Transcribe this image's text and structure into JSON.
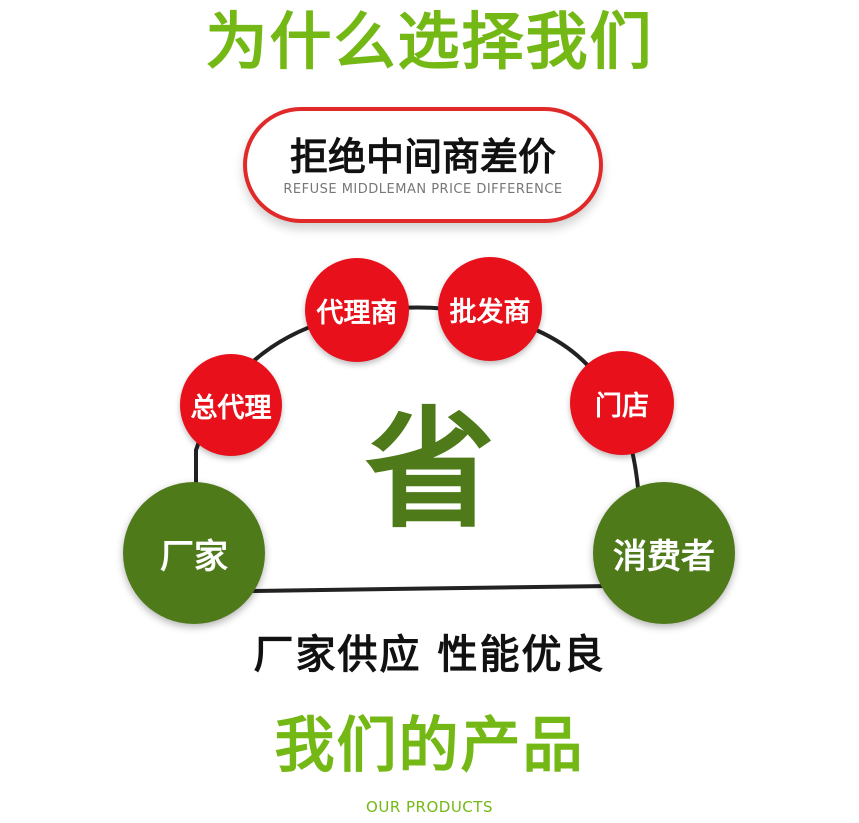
{
  "header": {
    "title": "为什么选择我们"
  },
  "pill": {
    "main": "拒绝中间商差价",
    "sub": "REFUSE MIDDLEMAN PRICE DIFFERENCE"
  },
  "nodes": {
    "factory": "厂家",
    "general_agent": "总代理",
    "agent": "代理商",
    "wholesaler": "批发商",
    "store": "门店",
    "consumer": "消费者"
  },
  "center": {
    "char": "省"
  },
  "slogan": "厂家供应 性能优良",
  "products": {
    "title": "我们的产品",
    "sub": "OUR PRODUCTS"
  },
  "colors": {
    "green": "#74b816",
    "dark_green": "#4f7a1a",
    "red": "#e8101b"
  }
}
